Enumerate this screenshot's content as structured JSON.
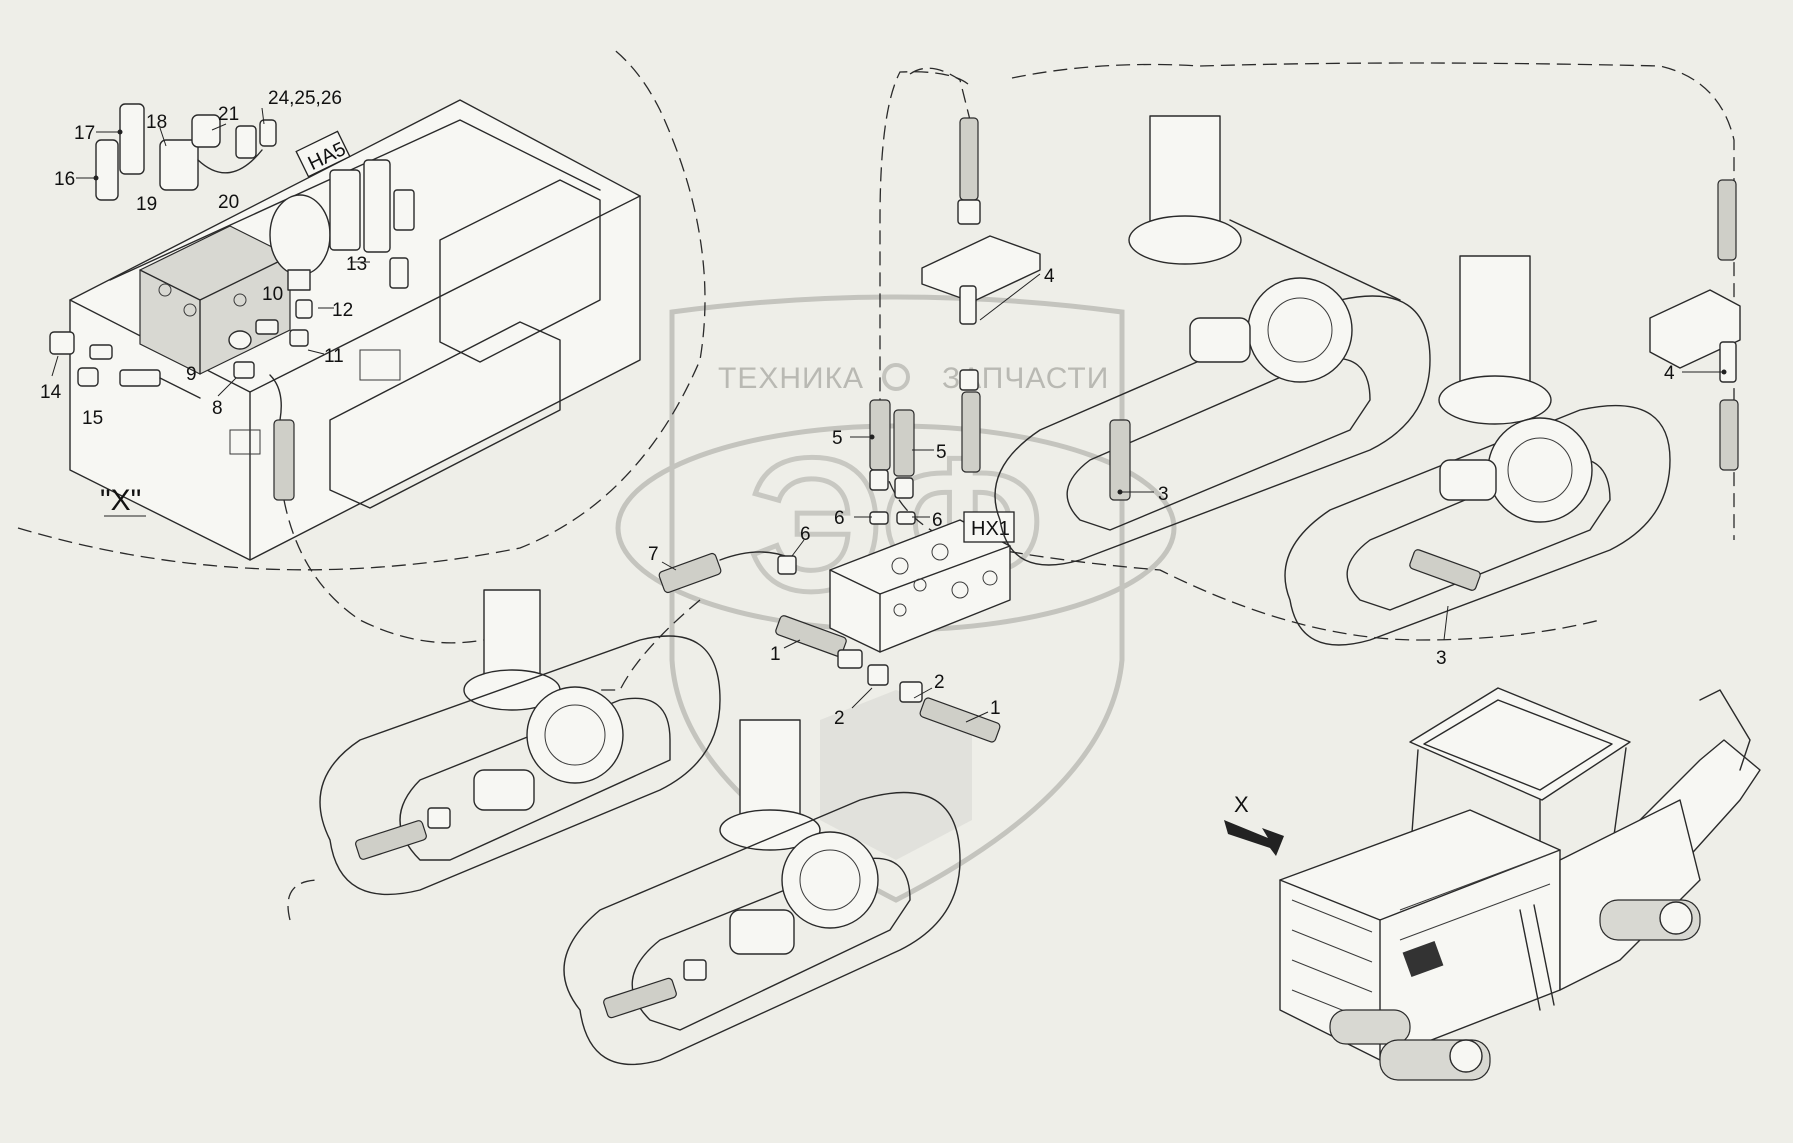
{
  "watermark": {
    "text_left": "ТЕХНИКА",
    "text_right": "ЗАПЧАСТИ",
    "logo_letters": "ЭФ",
    "color": "#c4c4be"
  },
  "detail_view": {
    "label": "\"X\"",
    "tag": "HA5",
    "callouts": [
      "17",
      "18",
      "21",
      "24,25,26",
      "16",
      "19",
      "20",
      "13",
      "10",
      "12",
      "11",
      "14",
      "15",
      "9",
      "8"
    ]
  },
  "main_view": {
    "tag": "HX1",
    "callouts": [
      "4",
      "4",
      "5",
      "5",
      "3",
      "3",
      "6",
      "6",
      "7",
      "6",
      "1",
      "2",
      "2",
      "1"
    ]
  },
  "overview": {
    "view_arrow_label": "X"
  },
  "colors": {
    "background": "#eeeee8",
    "line": "#2a2a2a"
  }
}
